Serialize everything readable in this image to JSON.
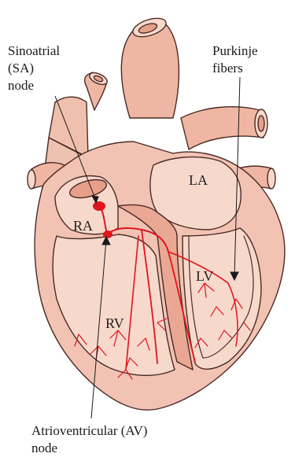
{
  "labels": {
    "sa_node": [
      "Sinoatrial",
      "(SA)",
      "node"
    ],
    "purkinje": [
      "Purkinje",
      "fibers"
    ],
    "av_node": [
      "Atrioventricular (AV)",
      "node"
    ]
  },
  "chambers": {
    "ra": "RA",
    "la": "LA",
    "lv": "LV",
    "rv": "RV"
  },
  "colors": {
    "heart_light": "#f7d9cc",
    "heart_mid": "#f0b9a6",
    "heart_dark": "#e8a28c",
    "outline": "#4a2b26",
    "conduction": "#e0141c"
  }
}
